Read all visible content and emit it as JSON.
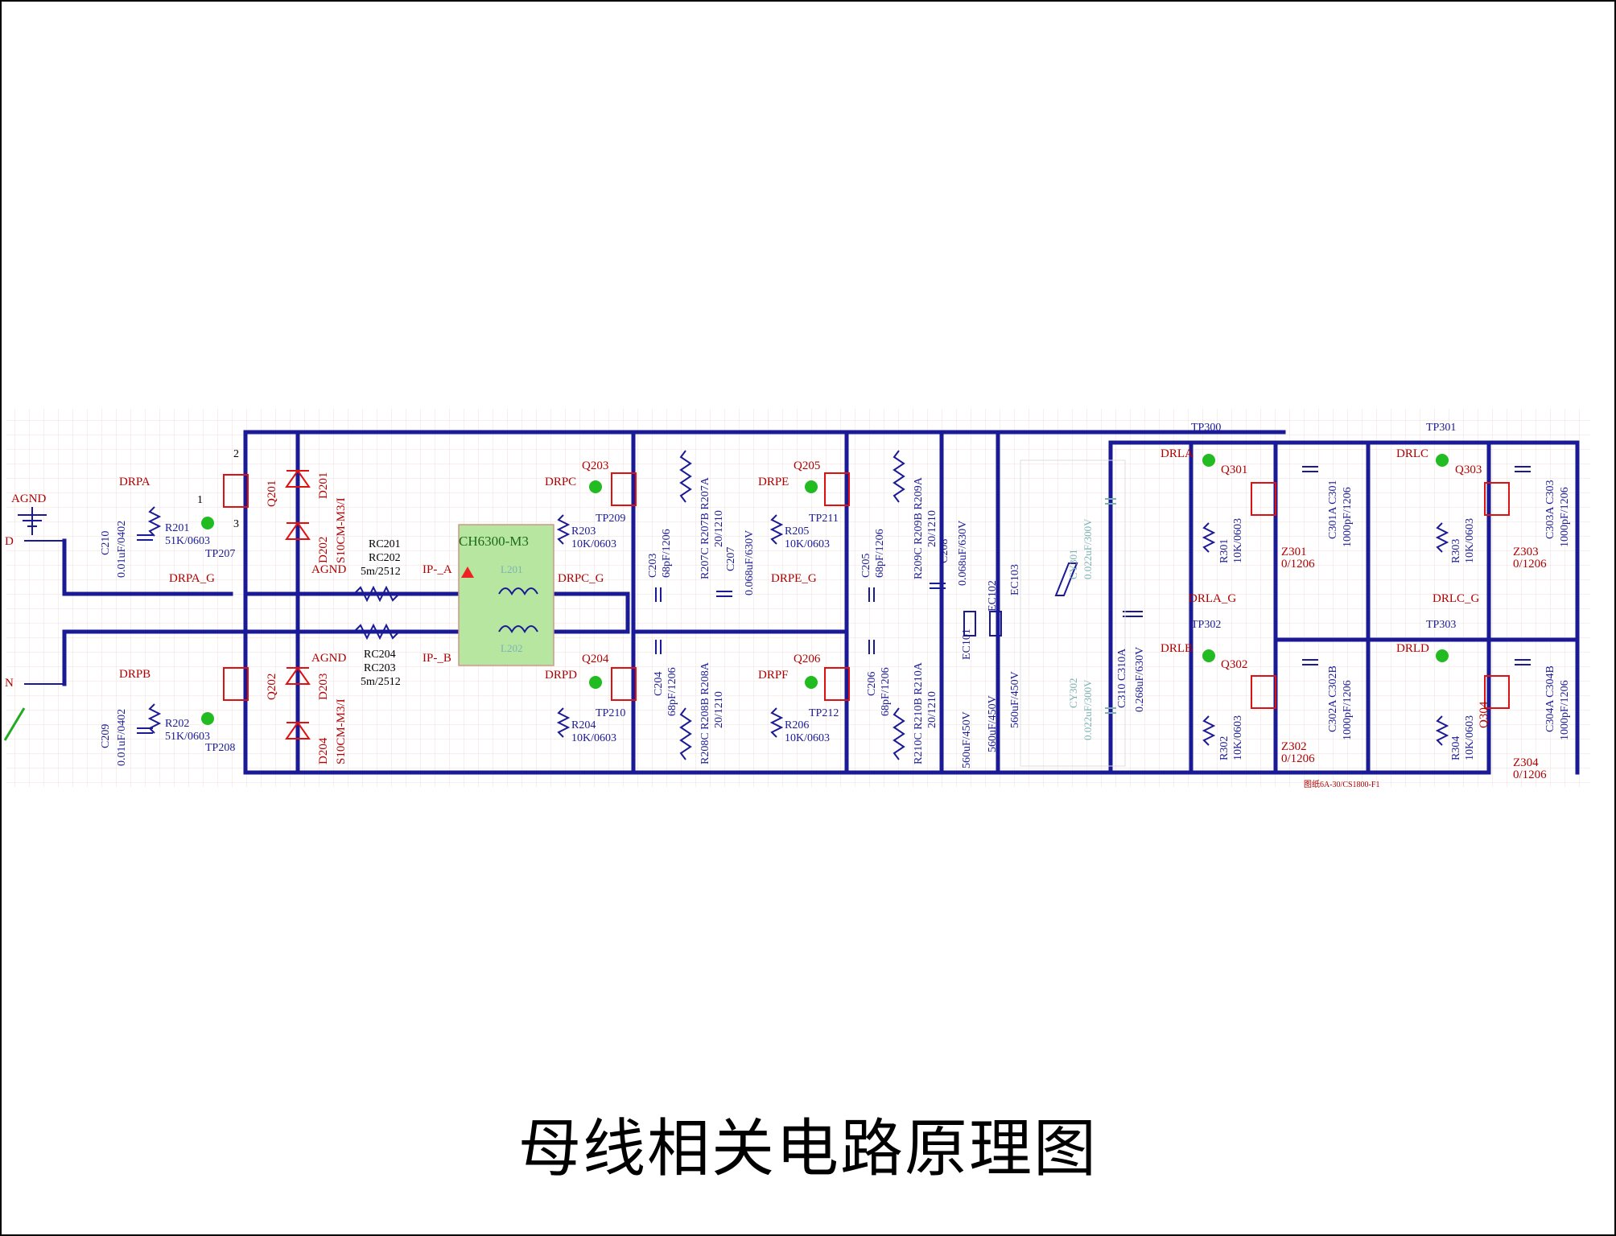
{
  "caption": "母线相关电路原理图",
  "module_label": "CH6300-M3",
  "inductors": [
    "L201",
    "L202"
  ],
  "left_ports": [
    "AGND",
    "D",
    "N"
  ],
  "nets": [
    "DRPA",
    "DRPA_G",
    "DRPB",
    "AGND",
    "AGND",
    "IP-_A",
    "IP-_B",
    "DRPC",
    "DRPC_G",
    "DRPD",
    "DRPE",
    "DRPE_G",
    "DRPF",
    "DRLA",
    "DRLA_G",
    "DRLB",
    "DRLC",
    "DRLC_G",
    "DRLD"
  ],
  "mosfets": [
    "Q201",
    "Q202",
    "Q203",
    "Q204",
    "Q205",
    "Q206",
    "Q301",
    "Q302",
    "Q303",
    "Q304"
  ],
  "test_points": [
    "TP207",
    "TP208",
    "TP209",
    "TP210",
    "TP211",
    "TP212",
    "TP300",
    "TP301",
    "TP302",
    "TP303"
  ],
  "diodes": [
    "D201",
    "D202",
    "D203",
    "D204"
  ],
  "diode_part": [
    "S10CM-M3/I",
    "S10CM-M3/I"
  ],
  "shunts": [
    {
      "ref": "RC201",
      "ref2": "RC202",
      "val": "5m/2512"
    },
    {
      "ref": "RC204",
      "ref2": "RC203",
      "val": "5m/2512"
    }
  ],
  "resistors": [
    {
      "ref": "R201",
      "val": "51K/0603"
    },
    {
      "ref": "R202",
      "val": "51K/0603"
    },
    {
      "ref": "R203",
      "val": "10K/0603"
    },
    {
      "ref": "R204",
      "val": "10K/0603"
    },
    {
      "ref": "R205",
      "val": "10K/0603"
    },
    {
      "ref": "R206",
      "val": "10K/0603"
    },
    {
      "ref": "R301",
      "val": "10K/0603"
    },
    {
      "ref": "R302",
      "val": "10K/0603"
    },
    {
      "ref": "R303",
      "val": "10K/0603"
    },
    {
      "ref": "R304",
      "val": "10K/0603"
    }
  ],
  "caps_small": [
    {
      "ref": "C210",
      "val": "0.01uF/0402"
    },
    {
      "ref": "C209",
      "val": "0.01uF/0402"
    },
    {
      "ref": "C203",
      "val": "68pF/1206"
    },
    {
      "ref": "C204",
      "val": "68pF/1206"
    },
    {
      "ref": "C205",
      "val": "68pF/1206"
    },
    {
      "ref": "C206",
      "val": "68pF/1206"
    }
  ],
  "snubber_resistors": [
    {
      "ref": "R207C R207B R207A",
      "val": "20/1210"
    },
    {
      "ref": "R208C R208B R208A",
      "val": "20/1210"
    },
    {
      "ref": "R209C R209B R209A",
      "val": "20/1210"
    },
    {
      "ref": "R210C R210B R210A",
      "val": "20/1210"
    }
  ],
  "bus_caps": [
    {
      "ref": "C207",
      "val": "0.068uF/630V"
    },
    {
      "ref": "C208",
      "val": "0.068uF/630V"
    },
    {
      "ref": "EC101",
      "val": "560uF/450V"
    },
    {
      "ref": "EC102",
      "val": "560uF/450V"
    },
    {
      "ref": "EC103",
      "val": "560uF/450V"
    },
    {
      "ref": "C310 C310A",
      "val": "0.268uF/630V"
    }
  ],
  "faint_caps": [
    {
      "ref": "CY301",
      "val": "0.022uF/300V"
    },
    {
      "ref": "CY302",
      "val": "0.022uF/300V"
    }
  ],
  "right_caps": [
    {
      "ref": "C301A C301",
      "val": "1000pF/1206"
    },
    {
      "ref": "C302A C302B",
      "val": "1000pF/1206"
    },
    {
      "ref": "C303A C303",
      "val": "1000pF/1206"
    },
    {
      "ref": "C304A C304B",
      "val": "1000pF/1206"
    }
  ],
  "zeners": [
    {
      "ref": "Z301",
      "val": "0/1206"
    },
    {
      "ref": "Z302",
      "val": "0/1206"
    },
    {
      "ref": "Z303",
      "val": "0/1206"
    },
    {
      "ref": "Z304",
      "val": "0/1206"
    }
  ],
  "pin_numbers": [
    "1",
    "2",
    "3"
  ],
  "footer_note": "图纸6A-30/CS1800-F1",
  "colors": {
    "wire": "#1a1a96",
    "net_label": "#b00000",
    "mosfet": "#dd1111",
    "module_fill": "#b7e6a0",
    "test_point": "#22bb22"
  }
}
